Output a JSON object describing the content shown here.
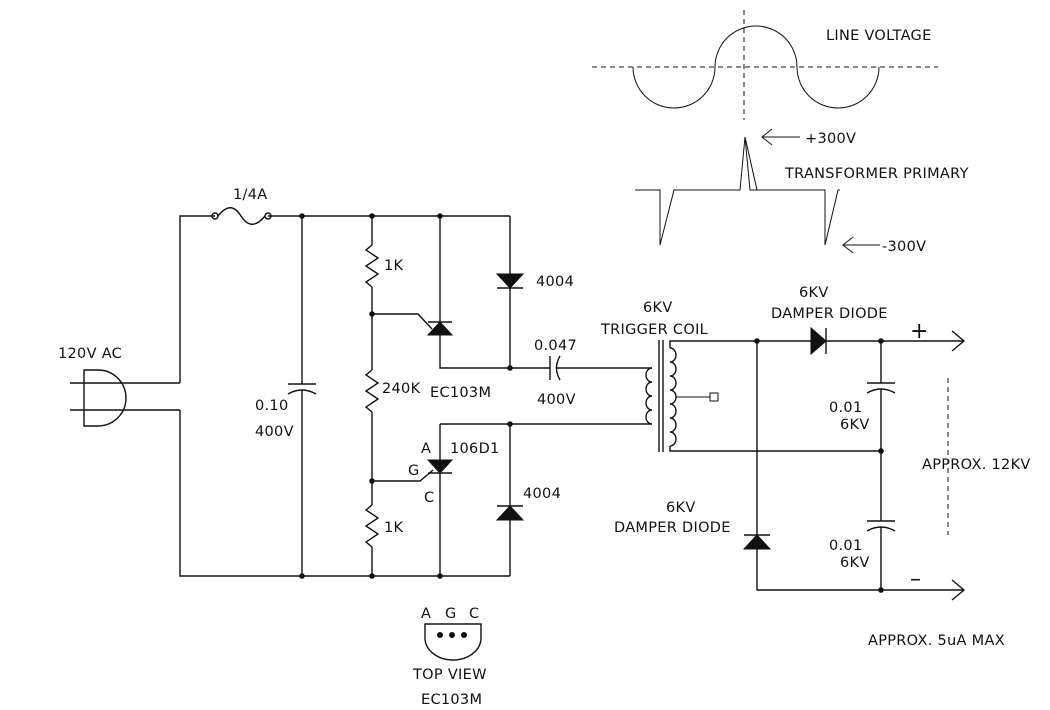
{
  "labels": {
    "line_voltage": "LINE VOLTAGE",
    "plus_300v": "+300V",
    "transformer_primary": "TRANSFORMER PRIMARY",
    "minus_300v": "-300V",
    "fuse": "1/4A",
    "ac_input": "120V AC",
    "r_top": "1K",
    "r_mid": "240K",
    "r_bot": "1K",
    "cap_filter_value": "0.10",
    "cap_filter_voltage": "400V",
    "diode_upper": "4004",
    "diode_lower": "4004",
    "scr_upper": "EC103M",
    "scr_lower": "106D1",
    "anode_a": "A",
    "gate_g": "G",
    "cathode_c": "C",
    "cap_coupling_value": "0.047",
    "cap_coupling_voltage": "400V",
    "trigger_coil_line1": "6KV",
    "trigger_coil_line2": "TRIGGER COIL",
    "damper_top_line1": "6KV",
    "damper_top_line2": "DAMPER DIODE",
    "damper_bottom_line1": "6KV",
    "damper_bottom_line2": "DAMPER DIODE",
    "cap_out_top_value": "0.01",
    "cap_out_top_voltage": "6KV",
    "cap_out_bot_value": "0.01",
    "cap_out_bot_voltage": "6KV",
    "output_plus": "+",
    "output_minus": "–",
    "output_voltage": "APPROX. 12KV",
    "output_current": "APPROX. 5uA MAX",
    "pinout_a": "A",
    "pinout_g": "G",
    "pinout_c": "C",
    "pinout_view": "TOP VIEW",
    "pinout_part": "EC103M"
  }
}
